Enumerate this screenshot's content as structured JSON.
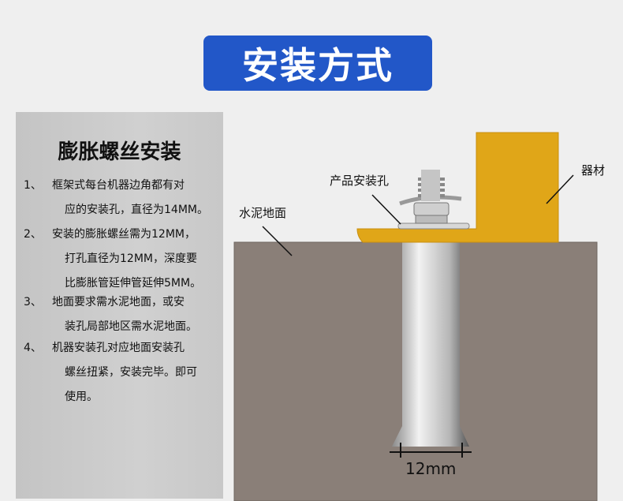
{
  "title": "安装方式",
  "panel": {
    "heading": "膨胀螺丝安装",
    "steps": [
      {
        "num": "1、",
        "lines": [
          "框架式每台机器边角都有对",
          "应的安装孔，直径为14MM。"
        ]
      },
      {
        "num": "2、",
        "lines": [
          "安装的膨胀螺丝需为12MM，",
          "打孔直径为12MM，深度要",
          "比膨胀管延伸管延伸5MM。"
        ]
      },
      {
        "num": "3、",
        "lines": [
          "地面要求需水泥地面，或安",
          "装孔局部地区需水泥地面。"
        ]
      },
      {
        "num": "4、",
        "lines": [
          "机器安装孔对应地面安装孔",
          "螺丝扭紧，安装完毕。即可",
          "使用。"
        ]
      }
    ]
  },
  "diagram": {
    "label_hole": "产品安装孔",
    "label_equipment": "器材",
    "label_ground": "水泥地面",
    "dimension": "12mm",
    "colors": {
      "title_bg": "#2257c8",
      "bracket": "#e0a618",
      "concrete": "#8a7f78"
    }
  }
}
